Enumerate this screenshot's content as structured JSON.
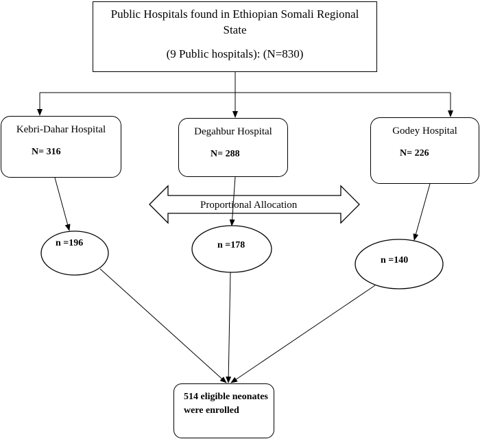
{
  "top_box": {
    "line1": "Public Hospitals found in Ethiopian Somali Regional State",
    "line2": "(9 Public hospitals): (N=830)"
  },
  "hospitals": [
    {
      "name": "Kebri-Dahar Hospital",
      "population": "N= 316",
      "sample": "n =196",
      "N": 316,
      "n": 196
    },
    {
      "name": "Degahbur Hospital",
      "population": "N= 288",
      "sample": "n =178",
      "N": 288,
      "n": 178
    },
    {
      "name": "Godey Hospital",
      "population": "N= 226",
      "sample": "n =140",
      "N": 226,
      "n": 140
    }
  ],
  "allocation_label": "Proportional Allocation",
  "final_box": "514 eligible neonates were enrolled",
  "colors": {
    "stroke": "#000000",
    "background": "#ffffff"
  }
}
